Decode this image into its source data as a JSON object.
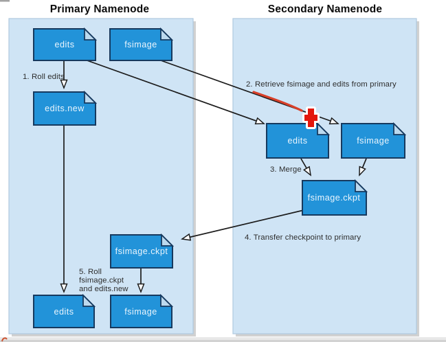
{
  "diagram": {
    "primary": {
      "title": "Primary Namenode",
      "files": {
        "edits_top": "edits",
        "fsimage_top": "fsimage",
        "edits_new": "edits.new",
        "fsimage_ckpt": "fsimage.ckpt",
        "edits_bottom": "edits",
        "fsimage_bottom": "fsimage"
      }
    },
    "secondary": {
      "title": "Secondary Namenode",
      "files": {
        "edits": "edits",
        "fsimage": "fsimage",
        "fsimage_ckpt": "fsimage.ckpt"
      }
    },
    "steps": {
      "step1": "1. Roll edits",
      "step2": "2. Retrieve fsimage and edits from primary",
      "step3": "3. Merge",
      "step4": "4. Transfer checkpoint to primary",
      "step5_line1": "5. Roll",
      "step5_line2": "fsimage.ckpt",
      "step5_line3": "and edits.new"
    },
    "colors": {
      "file_fill": "#2293d9",
      "file_border": "#16395e",
      "fold_fill": "#bcd9ee",
      "file_text": "#eaf5fd",
      "panel_fill": "#cfe4f5",
      "label_text": "#2d2d2d",
      "title_text": "#0b0b0b",
      "marker_red": "#d8402a",
      "cross_red": "#e3170d"
    }
  }
}
